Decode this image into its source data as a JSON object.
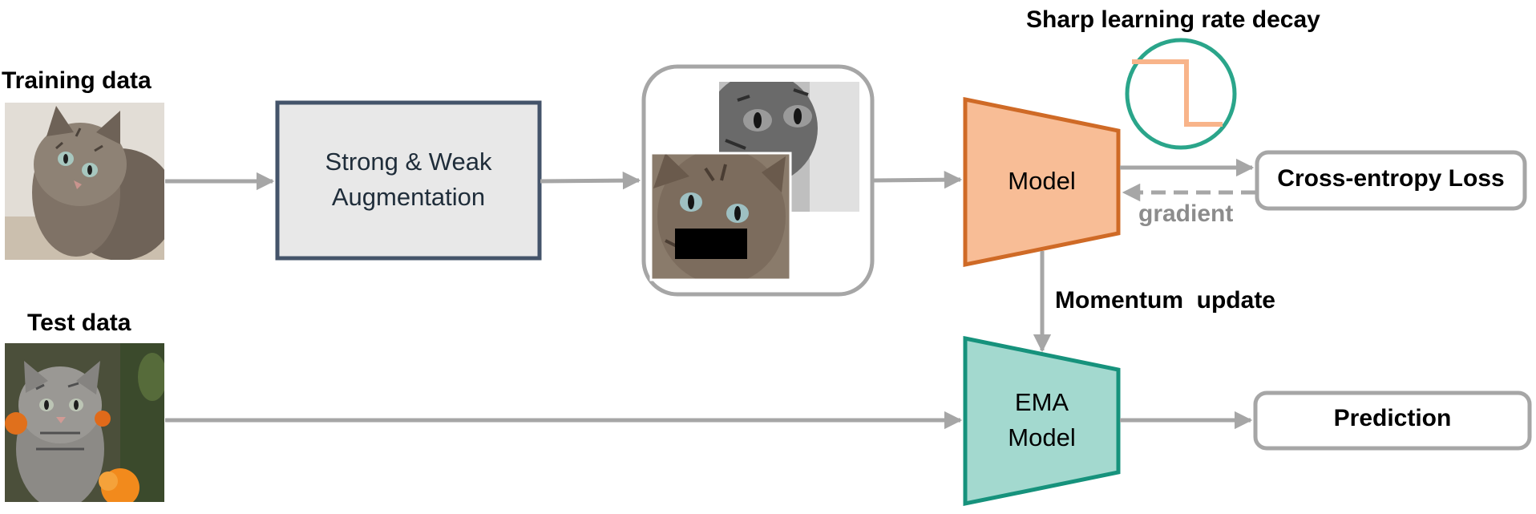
{
  "labels": {
    "training_data": "Training data",
    "test_data": "Test data",
    "augmentation_line1": "Strong & Weak",
    "augmentation_line2": "Augmentation",
    "model": "Model",
    "ema_line1": "EMA",
    "ema_line2": "Model",
    "loss": "Cross-entropy Loss",
    "gradient": "gradient",
    "prediction": "Prediction",
    "momentum": "Momentum  update",
    "lr_decay": "Sharp learning rate decay"
  },
  "colors": {
    "arrow": "#a6a6a6",
    "model_fill": "#f8bd96",
    "model_stroke": "#cf6a26",
    "ema_fill": "#a3d9cf",
    "ema_stroke": "#16927c",
    "aug_fill": "#e8e8e8",
    "aug_stroke": "#44546a",
    "box_stroke": "#a6a6a6",
    "lr_curve": "#f8b48a",
    "lr_circle": "#2aa58a",
    "gradient_text": "#8c8c8c"
  },
  "images": {
    "training_cat": "tabby-cat-photo",
    "test_kitten": "tabby-kitten-with-orange-flowers-photo",
    "augmented_gray": "grayscale-cat-crop",
    "augmented_cutout": "cat-with-black-cutout"
  }
}
